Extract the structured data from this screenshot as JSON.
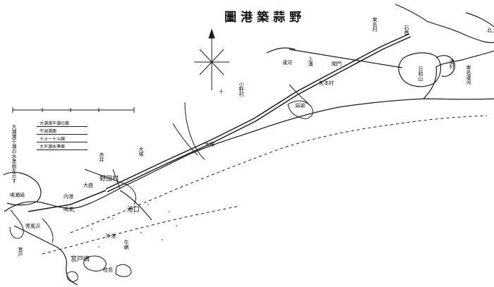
{
  "map": {
    "title": "圖港築蒜野",
    "notes": {
      "side_note": "大潮満干潮の水準面を示す",
      "legend": [
        "大潮満干潮の面",
        "干潟満面",
        "十メートル線",
        "大干潮水準面"
      ]
    },
    "places": {
      "noda": "野田村",
      "harbor": "港口",
      "kogane": "宮戸嶋",
      "higashi_village": "東名村",
      "hiwasa": "日和山",
      "sea_village": "浦村",
      "tsukishi": "大曲",
      "kubo": "上浦",
      "nishi_village": "宮戸",
      "kita_village": "牛網",
      "shrine_village": "赤井",
      "mouth_village": "大塚",
      "bay_label": "外港",
      "bay_label2": "内港",
      "right_river": "北上",
      "sluice": "閘門",
      "canal": "運河",
      "eastern_town": "小野村",
      "lagoon": "潟湖",
      "top_river_label": "石巻",
      "rail_label": "鳴瀬",
      "left_headland": "鳴瀬崎",
      "point": "寒風沢",
      "right_vertical": "東名運河",
      "island_small": "桂島",
      "upper_left_label": "大塚",
      "mid_village": "矢本村",
      "soundings_top": "十"
    }
  }
}
